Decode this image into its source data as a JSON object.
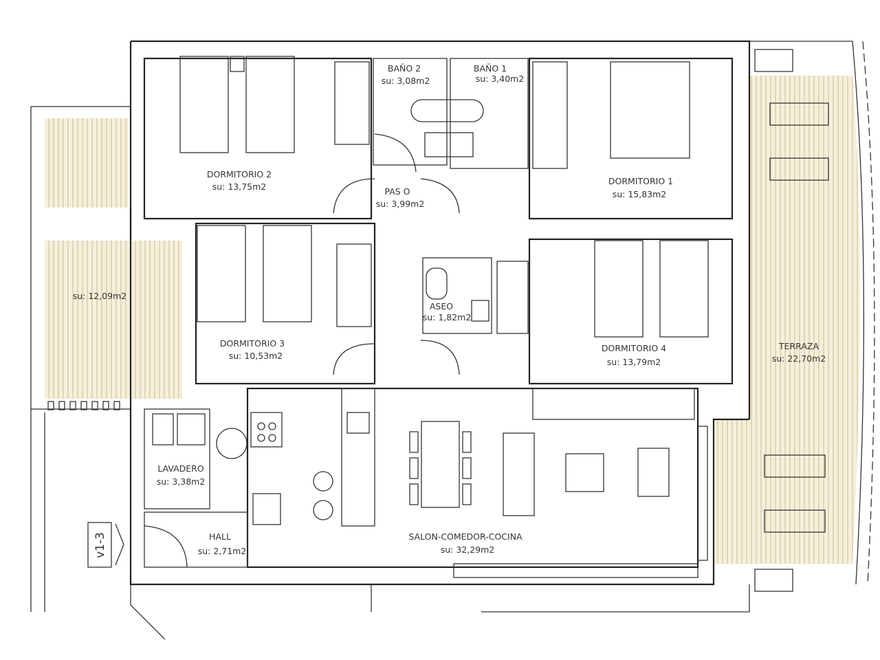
{
  "plan_label": "v1-3",
  "colors": {
    "terrace_fill": "#f5f0dc",
    "terrace_stripe": "#d9cba3",
    "wall": "#222222"
  },
  "rooms": [
    {
      "name": "DORMITORIO 2",
      "area": "su: 13,75m2"
    },
    {
      "name": "BAÑO 2",
      "area": "su: 3,08m2"
    },
    {
      "name": "BAÑO 1",
      "area": "su: 3,40m2"
    },
    {
      "name": "DORMITORIO 1",
      "area": "su: 15,83m2"
    },
    {
      "name": "PAS O",
      "area": "su: 3,99m2"
    },
    {
      "name": "",
      "area": "su: 12,09m2"
    },
    {
      "name": "DORMITORIO 3",
      "area": "su: 10,53m2"
    },
    {
      "name": "ASEO",
      "area": "su: 1,82m2"
    },
    {
      "name": "DORMITORIO 4",
      "area": "su: 13,79m2"
    },
    {
      "name": "TERRAZA",
      "area": "su: 22,70m2"
    },
    {
      "name": "LAVADERO",
      "area": "su: 3,38m2"
    },
    {
      "name": "HALL",
      "area": "su: 2,71m2"
    },
    {
      "name": "SALON-COMEDOR-COCINA",
      "area": "su: 32,29m2"
    }
  ]
}
